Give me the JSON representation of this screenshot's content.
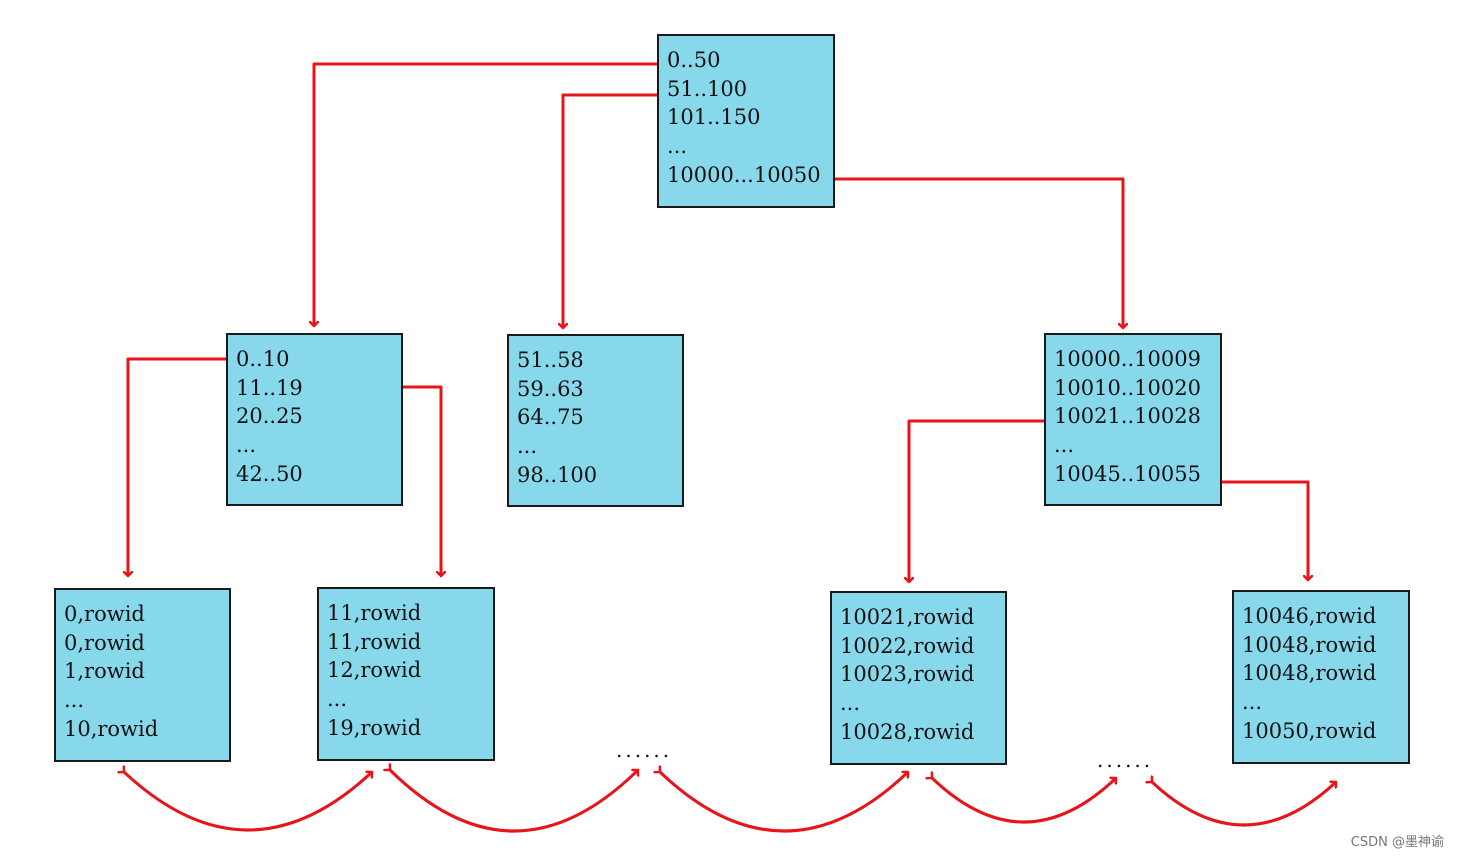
{
  "nodes": {
    "root": [
      "0..50",
      "51..100",
      "101..150",
      "...",
      "10000...10050"
    ],
    "branch_a": [
      "0..10",
      "11..19",
      "20..25",
      "...",
      "42..50"
    ],
    "branch_b": [
      "51..58",
      "59..63",
      "64..75",
      "...",
      "98..100"
    ],
    "branch_c": [
      "10000..10009",
      "10010..10020",
      "10021..10028",
      "...",
      "10045..10055"
    ],
    "leaf_1": [
      "0,rowid",
      "0,rowid",
      "1,rowid",
      "...",
      "10,rowid"
    ],
    "leaf_2": [
      "11,rowid",
      "11,rowid",
      "12,rowid",
      "...",
      "19,rowid"
    ],
    "leaf_3": [
      "10021,rowid",
      "10022,rowid",
      "10023,rowid",
      "...",
      "10028,rowid"
    ],
    "leaf_4": [
      "10046,rowid",
      "10048,rowid",
      "10048,rowid",
      "...",
      "10050,rowid"
    ]
  },
  "gaps": {
    "left_gap": "......",
    "right_gap": "......"
  },
  "colors": {
    "node_fill": "#88d8ec",
    "node_border": "#1a1a1a",
    "pointer": "#e8141a"
  },
  "watermark": "CSDN @墨神谕"
}
